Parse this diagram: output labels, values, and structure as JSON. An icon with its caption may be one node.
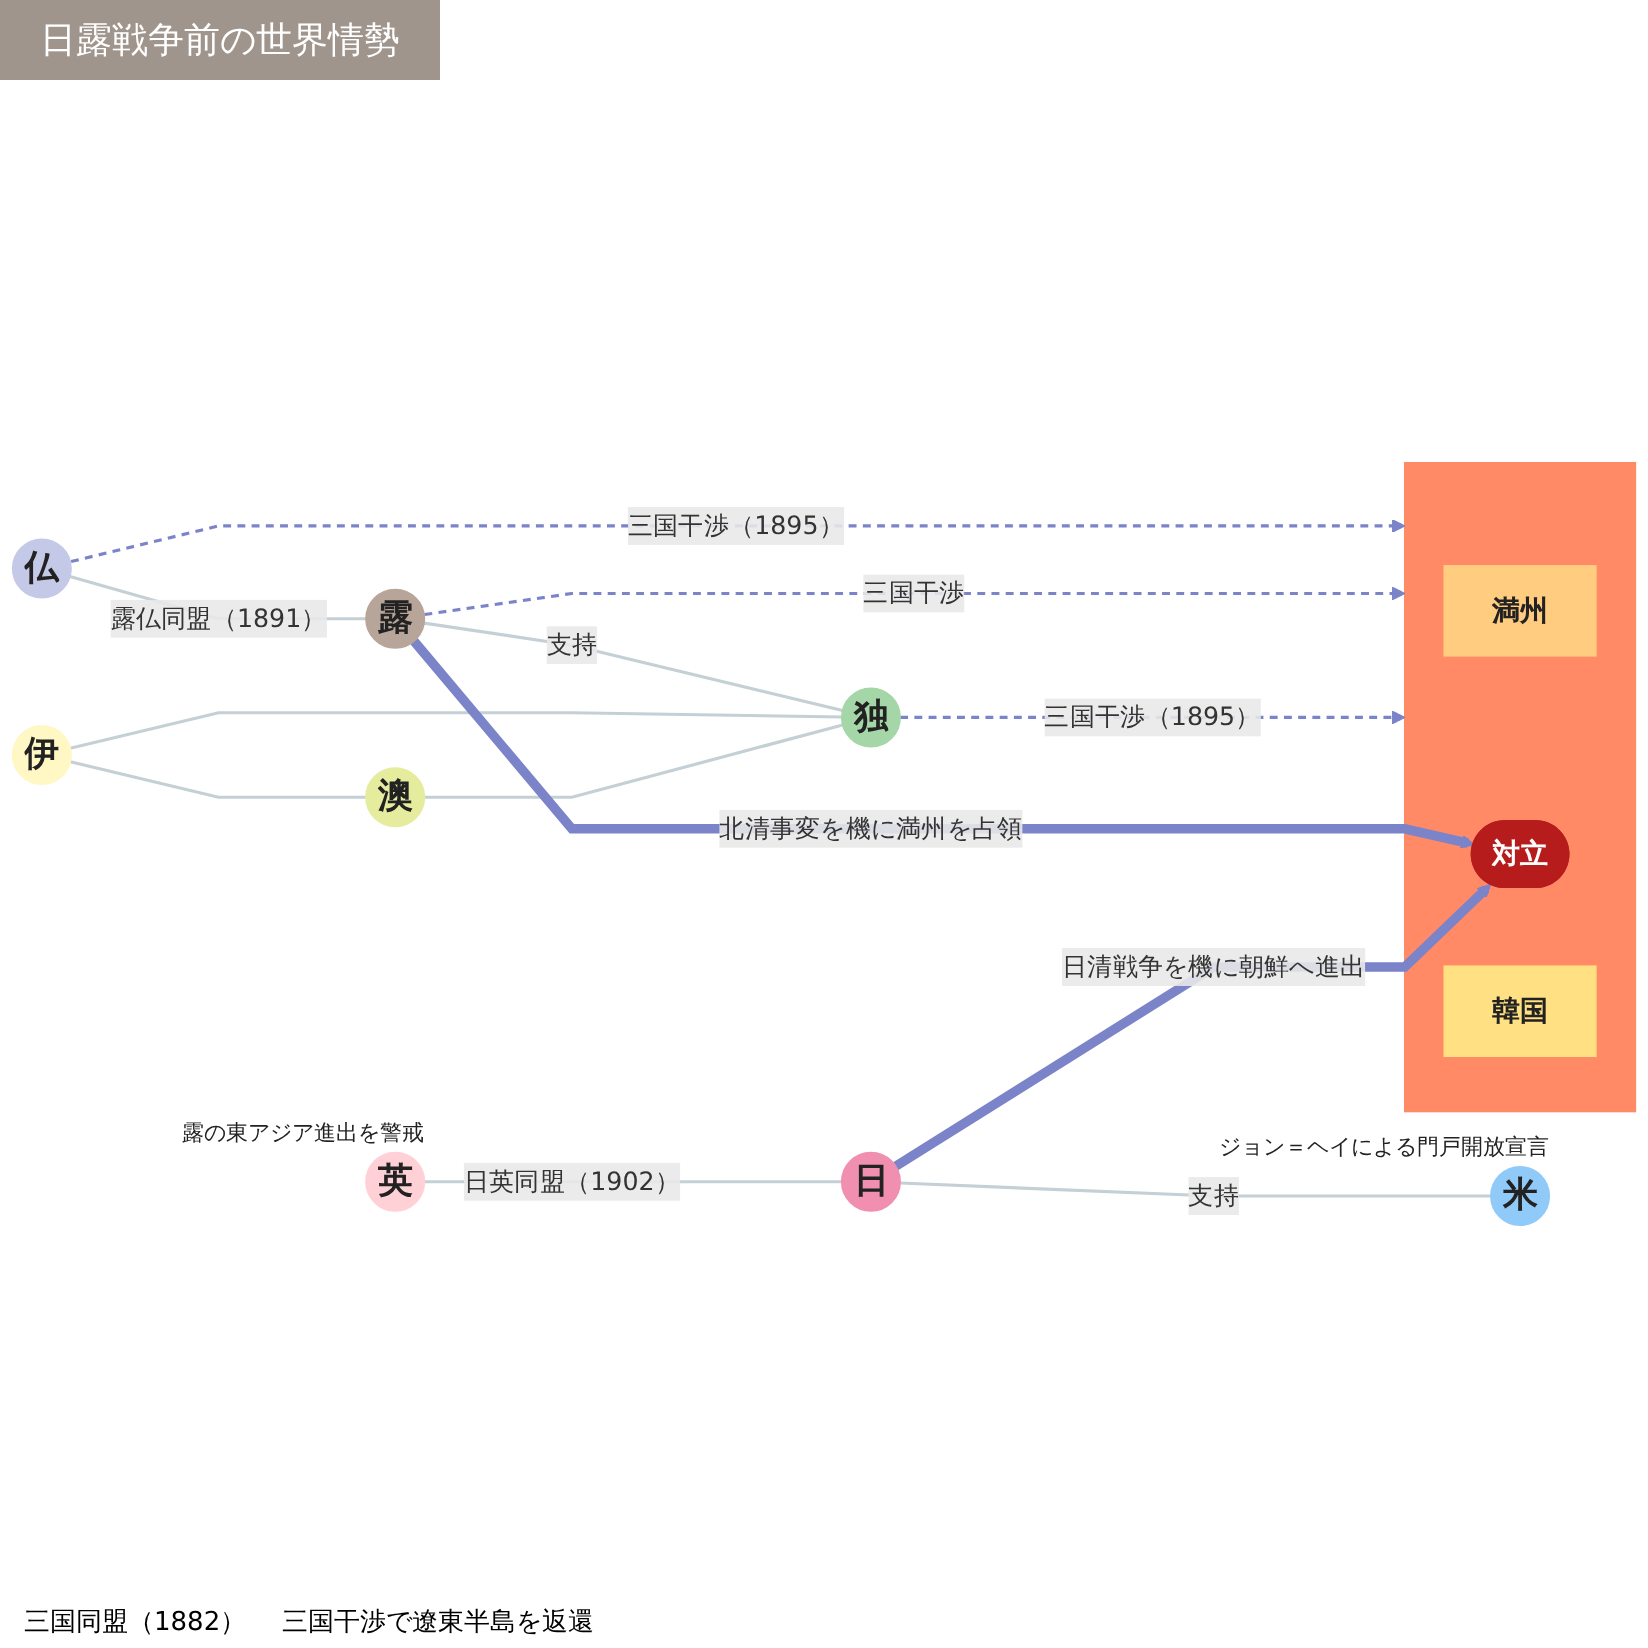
{
  "diagram": {
    "title": "日露戦争前の世界情勢",
    "nodes": [
      {
        "text": [
          "仏"
        ]
      },
      {
        "text": [
          "露"
        ]
      },
      {
        "text": [
          "独"
        ]
      },
      {
        "text": [
          "伊"
        ]
      },
      {
        "text": [
          "澳"
        ]
      },
      {
        "text": [
          "英"
        ],
        "beside": [
          "露の東アジア進出を警戒"
        ]
      },
      {
        "text": [
          "日"
        ]
      },
      {
        "text": [
          "米"
        ],
        "beside": [
          "ジョン＝ヘイによる門戸開放宣言"
        ]
      },
      {
        "text": [],
        "shape": "box"
      },
      {
        "text": [
          "満州"
        ],
        "in": 8
      },
      {
        "text": [
          "対立"
        ],
        "in": 8
      },
      {
        "text": [
          "韓国"
        ],
        "in": 8
      }
    ],
    "edges": [
      {
        "from": 0,
        "to": 1,
        "arrow": "none",
        "label": "露仏同盟（1891）"
      },
      {
        "from": 1,
        "to": 2,
        "arrow": "none",
        "label": "支持"
      },
      {
        "from": 3,
        "to": 2,
        "arrow": "none"
      },
      {
        "from": 4,
        "to": 2,
        "arrow": "none"
      },
      {
        "from": 3,
        "to": 4,
        "arrow": "none"
      },
      {
        "from": 5,
        "to": 6,
        "arrow": "none",
        "label": "日英同盟（1902）"
      },
      {
        "from": 6,
        "to": 7,
        "arrow": "none",
        "label": "支持"
      },
      {
        "from": 0,
        "to": 8,
        "arrow": "to",
        "label": "三国干渉（1895）",
        "style": "dashed",
        "color": "#7b83c9"
      },
      {
        "from": 1,
        "to": 8,
        "arrow": "to",
        "label": "三国干渉",
        "style": "dashed",
        "color": "#7b83c9"
      },
      {
        "from": 2,
        "to": 8,
        "arrow": "to",
        "label": "三国干渉（1895）",
        "style": "dashed",
        "color": "#7b83c9"
      },
      {
        "from": 1,
        "to": 10,
        "arrow": "to",
        "label": "北清事変を機に満州を占領",
        "style": "thick",
        "color": "#7b83c9"
      },
      {
        "from": 6,
        "to": 10,
        "arrow": "to",
        "label": "日清戦争を機に朝鮮へ進出",
        "style": "thick",
        "color": "#7b83c9"
      }
    ],
    "labels": [
      "三国同盟（1882）",
      "三国干渉で遼東半島を返還"
    ]
  }
}
